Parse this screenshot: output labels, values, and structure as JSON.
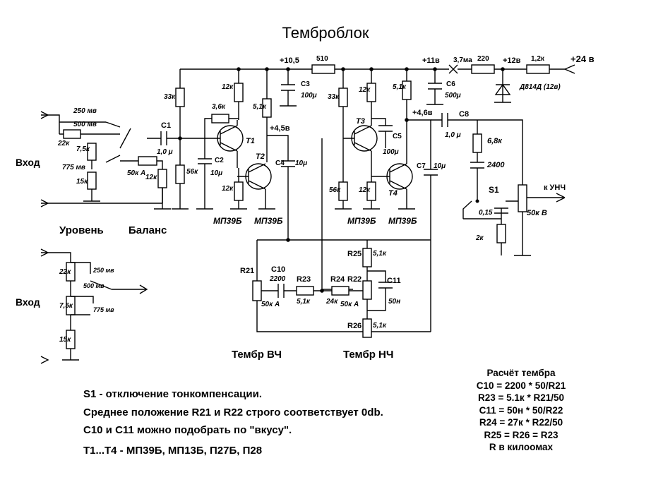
{
  "title": "Темброблок",
  "supply": {
    "v24": "+24 в",
    "v12": "+12в",
    "v11": "+11в",
    "v105": "+10,5",
    "v45": "+4,5в",
    "v46": "+4,6в",
    "ma": "3,7ма"
  },
  "labels": {
    "input": "Вход",
    "level": "Уровень",
    "balance": "Баланс",
    "treble": "Тембр ВЧ",
    "bass": "Тембр НЧ",
    "to_amp": "к УНЧ",
    "mv250": "250 мв",
    "mv500": "500 мв",
    "mv775": "775 мв"
  },
  "components": {
    "r510": "510",
    "r220": "220",
    "r1k2": "1,2к",
    "d": "Д814Д (12в)",
    "c3": "C3",
    "c3v": "100μ",
    "c6": "C6",
    "c6v": "500μ",
    "r33a": "33к",
    "r12a": "12к",
    "r36": "3,6к",
    "r51a": "5,1к",
    "t1": "T1",
    "t2": "T2",
    "c1": "C1",
    "c1v": "1,0 μ",
    "c2": "C2",
    "c2v": "10μ",
    "r56a": "56к",
    "r12b": "12к",
    "r12c": "12к",
    "c4": "C4",
    "c4v": "10μ",
    "mp1": "МП39Б",
    "mp2": "МП39Б",
    "r22k": "22к",
    "r75k": "7,5к",
    "r15k": "15к",
    "r50ka": "50к А",
    "r33b": "33к",
    "r12d": "12к",
    "r51b": "5,1к",
    "t3": "T3",
    "t4": "T4",
    "c5": "C5",
    "c5v": "100μ",
    "r56b": "56к",
    "r12e": "12к",
    "c7": "C7",
    "c7v": "10μ",
    "mp3": "МП39Б",
    "mp4": "МП39Б",
    "c8": "C8",
    "c8v": "1,0 μ",
    "r68": "6,8к",
    "c2400": "2400",
    "s1": "S1",
    "c015": "0,15",
    "r2k": "2к",
    "r50kb": "50к В",
    "r21": "R21",
    "r21v": "50к А",
    "c10": "C10",
    "c10v": "2200",
    "r23": "R23",
    "r23v": "5,1к",
    "r24": "R24",
    "r24v": "24к",
    "r22": "R22",
    "r22v": "50к А",
    "c11": "C11",
    "c11v": "50н",
    "r25": "R25",
    "r25v": "5,1к",
    "r26": "R26",
    "r26v": "5,1к"
  },
  "notes": [
    "S1 - отключение тонкомпенсации.",
    "Среднее положение R21 и R22 строго соответствует 0db.",
    "C10 и C11 можно подобрать по \"вкусу\".",
    "T1...T4 - МП39Б, МП13Б, П27Б, П28"
  ],
  "calc": {
    "heading": "Расчёт тембра",
    "lines": [
      "C10 = 2200 * 50/R21",
      "R23 = 5.1к * R21/50",
      "C11 = 50н * 50/R22",
      "R24 = 27к * R22/50",
      "R25 = R26 = R23",
      "R в килоомах"
    ]
  }
}
